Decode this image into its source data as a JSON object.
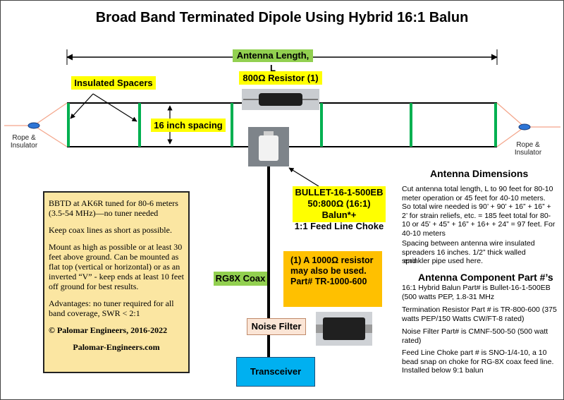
{
  "title": "Broad Band Terminated Dipole Using Hybrid 16:1 Balun",
  "labels": {
    "antenna_length": "Antenna Length, L",
    "resistor": "800Ω Resistor (1)",
    "spacers": "Insulated Spacers",
    "spacing": "16 inch spacing",
    "rope_left": "Rope & Insulator",
    "rope_right": "Rope & Insulator",
    "balun_lines": [
      "BULLET-16-1-500EB",
      "50:800Ω (16:1) Balun*+",
      "1:1 Feed Line Choke"
    ],
    "coax": "RG8X Coax",
    "noise_filter": "Noise Filter",
    "transceiver": "Transceiver"
  },
  "note_box": [
    "BBTD at AK6R tuned for 80-6 meters (3.5-54 MHz)—no tuner needed",
    "Keep coax lines as short as possible.",
    "Mount as high as possible or at least 30 feet above ground.  Can be mounted as flat top (vertical or horizontal) or as an inverted “V” - keep ends at least 10 feet off ground for best results.",
    "Advantages: no tuner required for all band coverage, SWR < 2:1",
    "© Palomar Engineers, 2016-2022",
    "Palomar-Engineers.com"
  ],
  "resistor_note": "(1)  A 1000Ω resistor may also be used. Part# TR-1000-600",
  "dimensions": {
    "heading": "Antenna Dimensions",
    "text1": "Cut antenna total length, L to 90 feet for 80-10 meter operation or 45 feet for 40-10 meters. So total wire needed is 90’ + 90’ + 16” + 16”  + 2’ for strain reliefs, etc. =  185 feet total for 80-10 or 45’ + 45” + 16” + 16+ + 24” =  97 feet. For 40-10 meters",
    "text2": "Spacing between antenna wire insulated spreaders 16 inches.  1/2” thick walled sprinkler pipe used here.",
    "text3": " end"
  },
  "components": {
    "heading": "Antenna Component Part #’s",
    "items": [
      "16:1 Hybrid Balun Part# is Bullet-16-1-500EB (500 watts PEP, 1.8-31 MHz",
      "Termination Resistor  Part # is TR-800-600 (375 watts PEP/150 Watts CW/FT-8 rated)",
      "Noise Filter Part# is CMNF-500-50 (500 watt rated)",
      "Feed Line Choke part # is SNO-1/4-10, a 10 bead snap on choke for RG-8X coax feed line. Installed below 9:1 balun"
    ]
  },
  "colors": {
    "label_yellow": "#ffff00",
    "label_green": "#92d050",
    "spreader_green": "#00b050",
    "transceiver_blue": "#00b0f0",
    "orange": "#ffc000",
    "tan": "#fbe6a2",
    "noise_pink": "#fbe5d6"
  }
}
